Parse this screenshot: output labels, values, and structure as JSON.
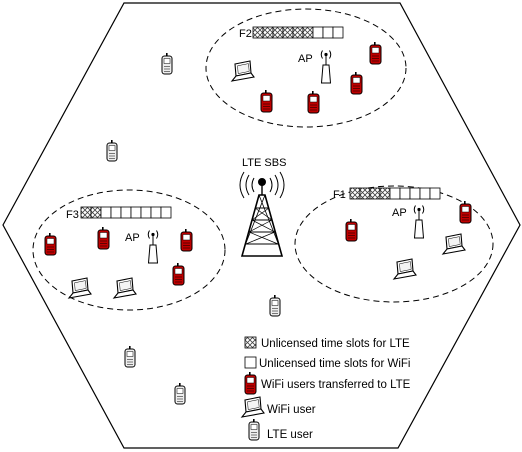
{
  "diagram": {
    "sbs_label": "LTE SBS",
    "clusters": [
      {
        "frame_label": "F2",
        "ap_label": "AP",
        "lte_slots": 6,
        "wifi_slots": 3
      },
      {
        "frame_label": "F1",
        "ap_label": "AP",
        "lte_slots": 4,
        "wifi_slots": 5
      },
      {
        "frame_label": "F3",
        "ap_label": "AP",
        "lte_slots": 2,
        "wifi_slots": 7
      }
    ],
    "legend": {
      "lte_slots": "Unlicensed time slots for LTE",
      "wifi_slots": "Unlicensed time slots for WiFi",
      "transferred_users": "WiFi users transferred to LTE",
      "wifi_user": "WiFi user",
      "lte_user": "LTE user"
    }
  },
  "colors": {
    "outline": "#000000",
    "transferred_phone": "#c00000",
    "lte_phone": "#eeeeee"
  }
}
